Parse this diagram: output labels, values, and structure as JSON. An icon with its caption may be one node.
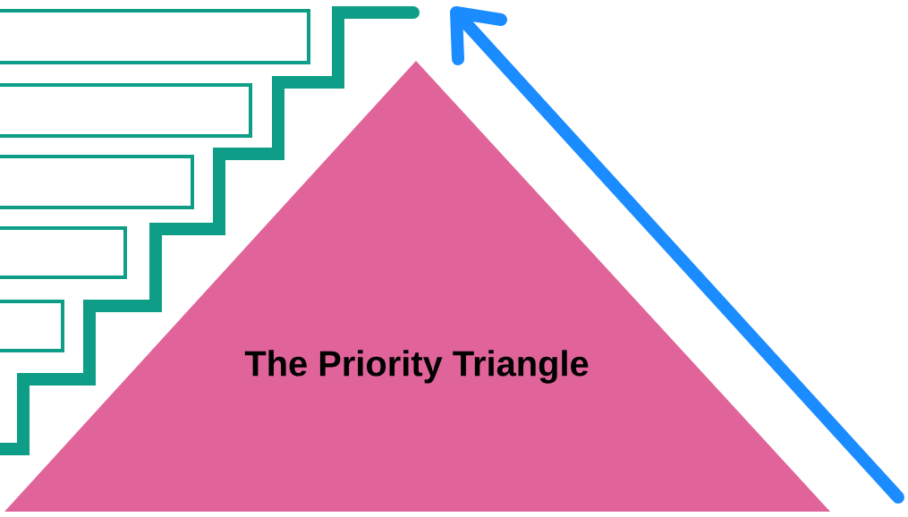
{
  "diagram": {
    "nodes": [
      {
        "text": [
          "The Priority Triangle"
        ]
      },
      {
        "text": [],
        "shape": "box"
      },
      {
        "text": [],
        "shape": "box"
      },
      {
        "text": [],
        "shape": "box"
      },
      {
        "text": [],
        "shape": "box"
      },
      {
        "text": [],
        "shape": "box"
      }
    ]
  }
}
